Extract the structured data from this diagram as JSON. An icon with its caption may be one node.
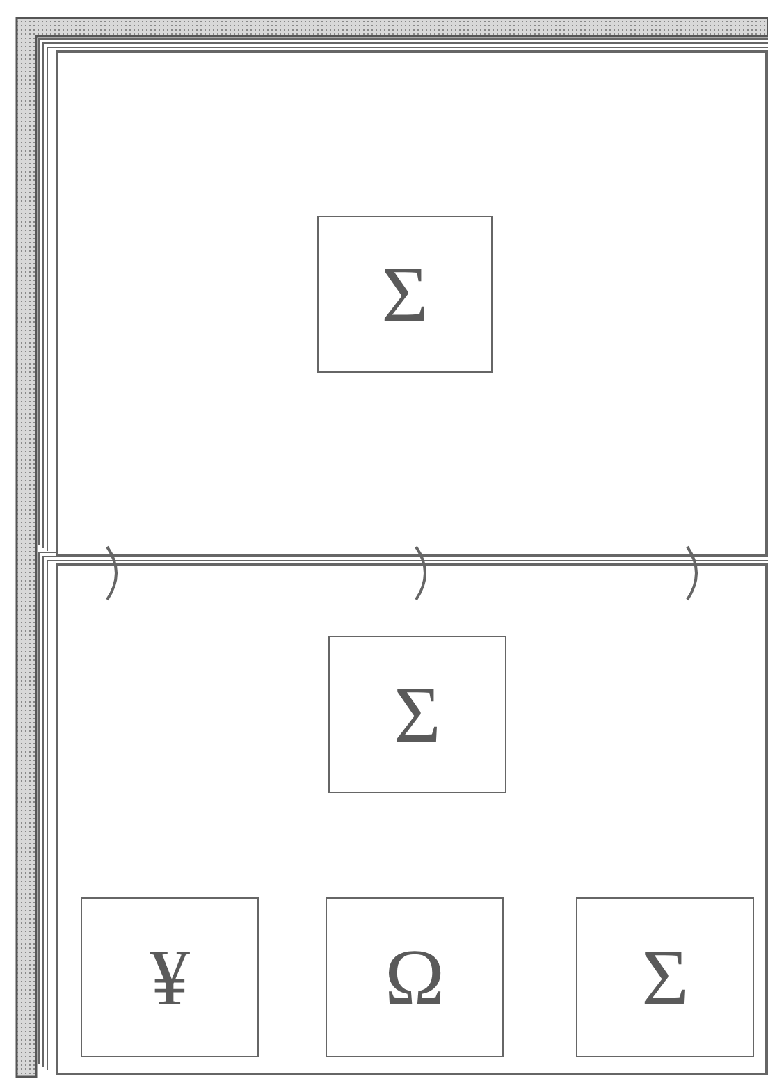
{
  "diagram": {
    "nodes": [
      {
        "text": [],
        "shape": "box"
      },
      {
        "text": [
          "Σ"
        ],
        "in": 0
      },
      {
        "text": [],
        "shape": "box"
      },
      {
        "text": [
          "Σ"
        ],
        "in": 2
      },
      {
        "text": [
          "¥"
        ],
        "in": 2
      },
      {
        "text": [
          "Ω"
        ],
        "in": 2
      },
      {
        "text": [
          "Σ"
        ],
        "in": 2
      }
    ]
  }
}
